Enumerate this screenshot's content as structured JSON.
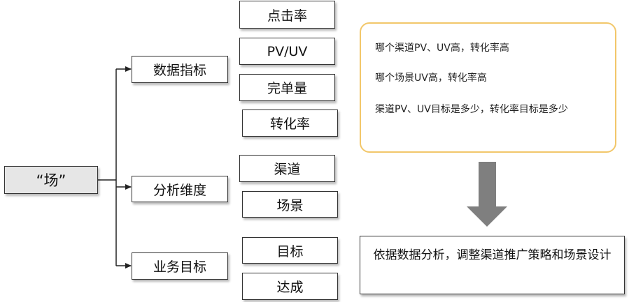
{
  "root": {
    "label": "“场”"
  },
  "categories": [
    {
      "label": "数据指标",
      "children": [
        "点击率",
        "PV/UV",
        "完单量",
        "转化率"
      ]
    },
    {
      "label": "分析维度",
      "children": [
        "渠道",
        "场景"
      ]
    },
    {
      "label": "业务目标",
      "children": [
        "目标",
        "达成"
      ]
    }
  ],
  "note": {
    "lines": [
      "哪个渠道PV、UV高，转化率高",
      "哪个场景UV高，转化率高",
      "渠道PV、UV目标是多少，转化率目标是多少"
    ]
  },
  "conclusion": {
    "text": "依据数据分析，调整渠道推广策略和场景设计"
  },
  "colors": {
    "note_border": "#f2c76a",
    "arrow": "#7f7f7f",
    "root_fill": "#e6e6e6"
  }
}
